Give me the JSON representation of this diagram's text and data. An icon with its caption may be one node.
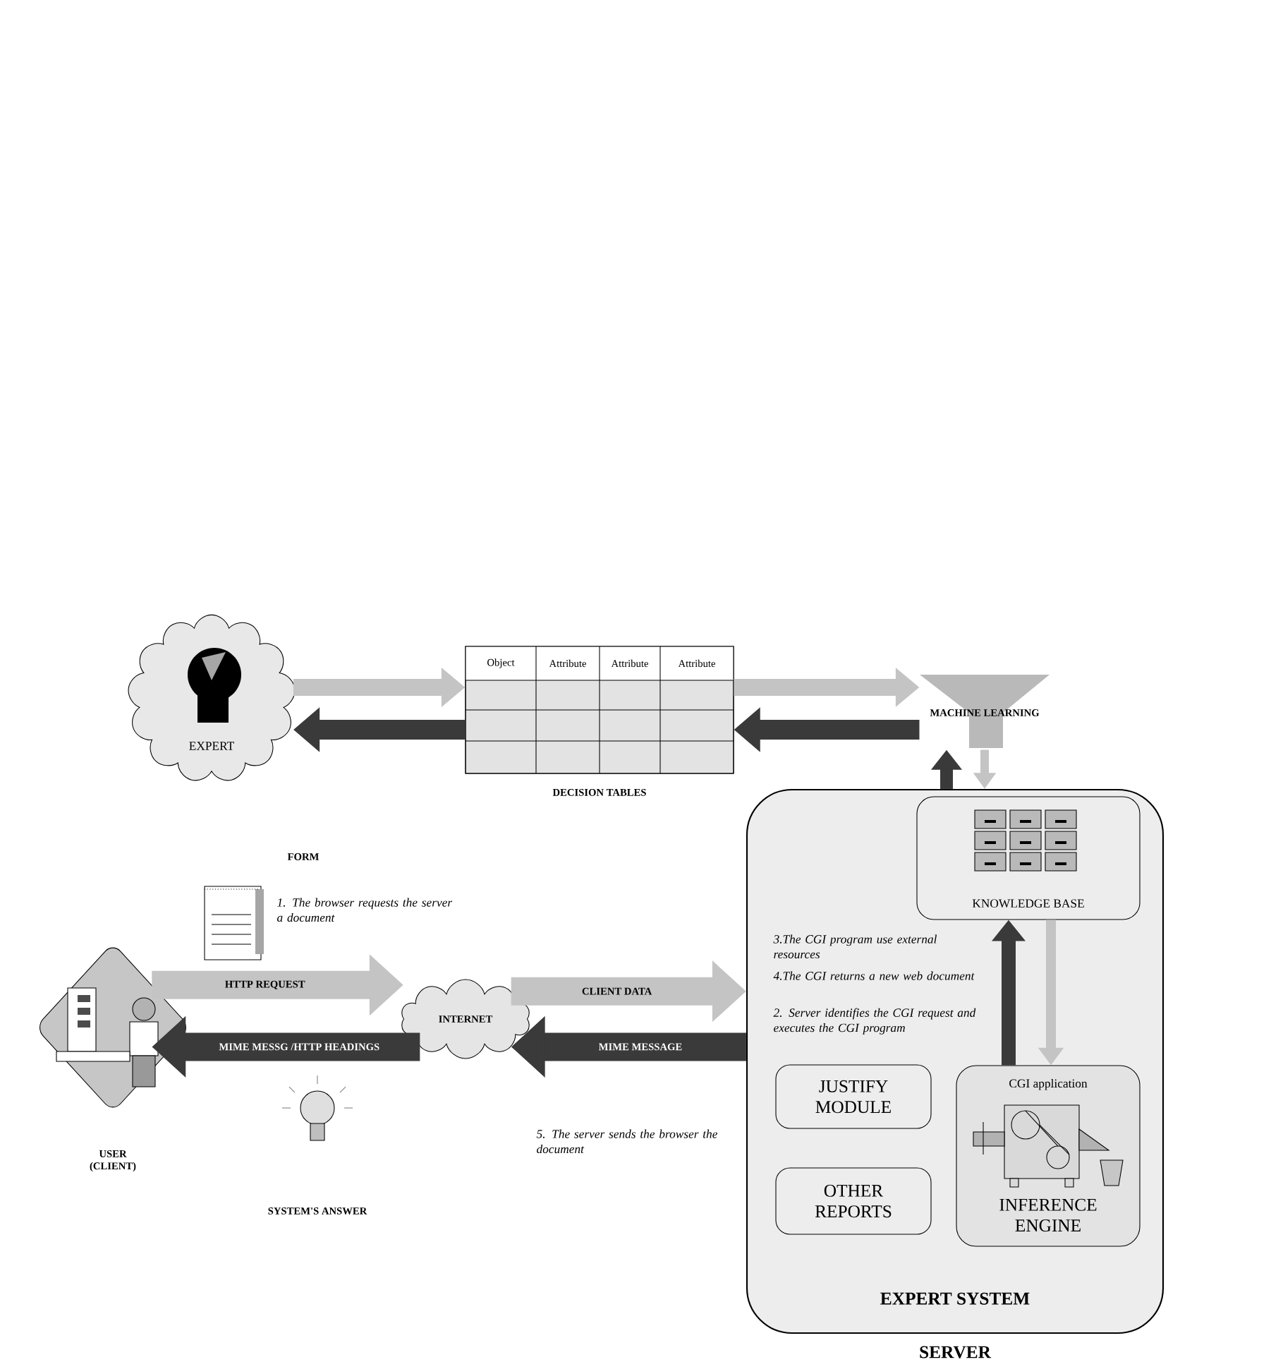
{
  "diagram": {
    "nodes": [
      {
        "text": [
          "EXPERT"
        ]
      },
      {
        "text": [
          "Object",
          "Attribute",
          "Attribute",
          "Attribute",
          "DECISION TABLES"
        ]
      },
      {
        "text": [
          "MACHINE LEARNING"
        ]
      },
      {
        "text": [
          "EXPERT SYSTEM",
          "SERVER"
        ]
      },
      {
        "text": [
          "KNOWLEDGE BASE"
        ],
        "in": 3
      },
      {
        "text": [
          "JUSTIFY MODULE"
        ],
        "in": 3
      },
      {
        "text": [
          "OTHER REPORTS"
        ],
        "in": 3
      },
      {
        "text": [
          "CGI application",
          "INFERENCE ENGINE"
        ],
        "in": 3
      },
      {
        "text": [
          "USER (CLIENT)"
        ]
      },
      {
        "text": [
          "INTERNET"
        ]
      }
    ],
    "edges": [
      {
        "from": 0,
        "to": 1,
        "arrow": "to"
      },
      {
        "from": 1,
        "to": 0,
        "arrow": "to",
        "color": "#3a3a3a"
      },
      {
        "from": 1,
        "to": 2,
        "arrow": "to"
      },
      {
        "from": 2,
        "to": 1,
        "arrow": "to",
        "color": "#3a3a3a"
      },
      {
        "from": 3,
        "to": 2,
        "arrow": "to",
        "color": "#3a3a3a"
      },
      {
        "from": 2,
        "to": 3,
        "arrow": "to"
      },
      {
        "from": 8,
        "to": 9,
        "arrow": "to",
        "label": "HTTP REQUEST"
      },
      {
        "from": 9,
        "to": 3,
        "arrow": "to",
        "label": "CLIENT DATA"
      },
      {
        "from": 3,
        "to": 9,
        "arrow": "to",
        "label": "MIME MESSAGE",
        "color": "#3a3a3a"
      },
      {
        "from": 9,
        "to": 8,
        "arrow": "to",
        "label": "MIME MESSG /HTTP HEADINGS",
        "color": "#3a3a3a"
      },
      {
        "from": 7,
        "to": 4,
        "arrow": "to",
        "color": "#3a3a3a"
      },
      {
        "from": 4,
        "to": 7,
        "arrow": "to"
      }
    ],
    "labels": [
      "FORM",
      "1. The browser requests the server a document",
      "3.The CGI program use external resources",
      "4.The CGI returns a new web document",
      "2. Server identifies the CGI request and executes the CGI program",
      "5. The server sends the browser the document",
      "SYSTEM'S ANSWER"
    ]
  }
}
